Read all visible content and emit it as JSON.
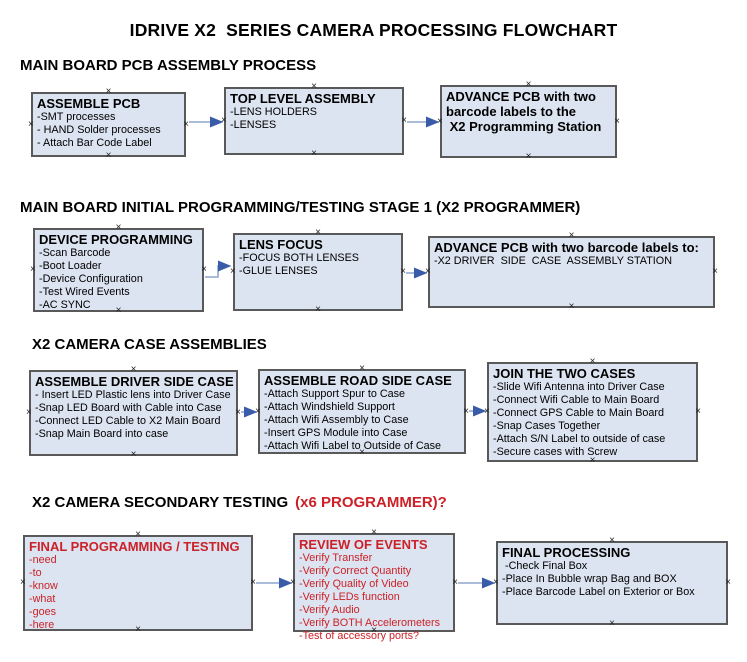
{
  "title": "IDRIVE X2  SERIES CAMERA PROCESSING FLOWCHART",
  "colors": {
    "box_fill": "#dce4f1",
    "box_border": "#595959",
    "red_text": "#cc2127",
    "arrow_line": "#8fa6cd",
    "arrow_head": "#3a5ca8"
  },
  "sections": [
    {
      "heading": "MAIN BOARD PCB ASSEMBLY PROCESS",
      "boxes": [
        {
          "heading_lines": [
            "ASSEMBLE PCB"
          ],
          "body_lines": [
            "-SMT processes",
            "- HAND Solder processes",
            "- Attach Bar Code Label"
          ]
        },
        {
          "heading_lines": [
            "TOP LEVEL ASSEMBLY"
          ],
          "body_lines": [
            "-LENS HOLDERS",
            "-LENSES"
          ]
        },
        {
          "heading_lines": [
            "ADVANCE PCB with two",
            "barcode labels to the",
            " X2 Programming Station"
          ],
          "body_lines": []
        }
      ]
    },
    {
      "heading": "MAIN BOARD INITIAL PROGRAMMING/TESTING STAGE 1 (X2 PROGRAMMER)",
      "boxes": [
        {
          "heading_lines": [
            "DEVICE PROGRAMMING"
          ],
          "body_lines": [
            "-Scan Barcode",
            "-Boot Loader",
            "-Device Configuration",
            "-Test Wired Events",
            "-AC SYNC"
          ]
        },
        {
          "heading_lines": [
            "LENS FOCUS"
          ],
          "body_lines": [
            "-FOCUS BOTH LENSES",
            "-GLUE LENSES"
          ]
        },
        {
          "heading_lines": [
            "ADVANCE PCB with two barcode labels to:"
          ],
          "body_lines": [
            "-X2 DRIVER  SIDE  CASE  ASSEMBLY STATION"
          ]
        }
      ]
    },
    {
      "heading": "X2 CAMERA CASE ASSEMBLIES",
      "boxes": [
        {
          "heading_lines": [
            "ASSEMBLE DRIVER SIDE CASE"
          ],
          "body_lines": [
            "- Insert LED Plastic lens into Driver Case",
            "-Snap LED Board with Cable into Case",
            "-Connect LED Cable to X2 Main Board",
            "-Snap Main Board into case"
          ]
        },
        {
          "heading_lines": [
            "ASSEMBLE ROAD SIDE CASE"
          ],
          "body_lines": [
            "-Attach Support Spur to Case",
            "-Attach Windshield Support",
            "-Attach Wifi Assembly to Case",
            "-Insert GPS Module into Case",
            "-Attach Wifi Label to Outside of Case"
          ]
        },
        {
          "heading_lines": [
            "JOIN THE TWO CASES"
          ],
          "body_lines": [
            "-Slide Wifi Antenna into Driver Case",
            "-Connect Wifi Cable to Main Board",
            "-Connect GPS Cable to Main Board",
            "-Snap Cases Together",
            "-Attach S/N Label to outside of case",
            "-Secure cases with Screw"
          ]
        }
      ]
    },
    {
      "heading": "X2 CAMERA SECONDARY TESTING",
      "heading_red": "(x6 PROGRAMMER)?",
      "boxes": [
        {
          "heading_lines": [
            "FINAL PROGRAMMING / TESTING"
          ],
          "body_lines": [
            "-need",
            "-to",
            "-know",
            "-what",
            "-goes",
            "-here"
          ]
        },
        {
          "heading_lines": [
            "REVIEW OF EVENTS"
          ],
          "body_lines": [
            "-Verify Transfer",
            "-Verify Correct Quantity",
            "-Verify Quality of Video",
            "-Verify LEDs function",
            "-Verify Audio",
            "-Verify BOTH Accelerometers",
            "-Test of accessory ports?"
          ]
        },
        {
          "heading_lines": [
            "FINAL PROCESSING"
          ],
          "body_lines": [
            " -Check Final Box",
            "-Place In Bubble wrap Bag and BOX",
            "-Place Barcode Label on Exterior or Box"
          ]
        }
      ]
    }
  ]
}
